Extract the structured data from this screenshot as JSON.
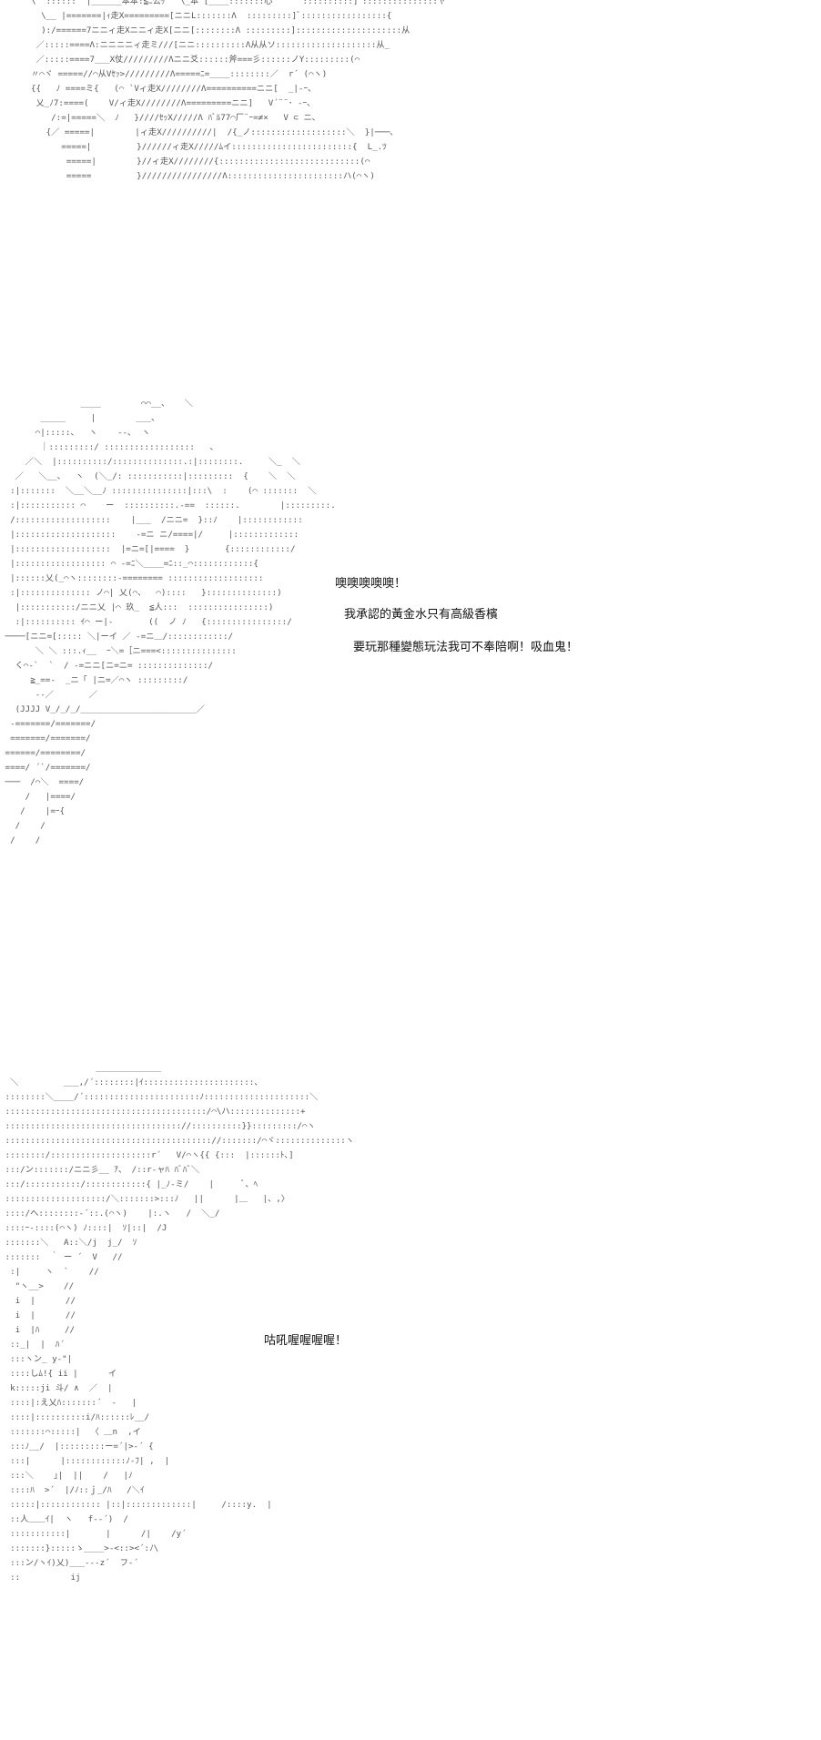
{
  "panels": [
    {
      "art": "\\  ::::::  |______本本:≦ﾆ公ｯ   \\_本 [____:::::::心      ::::::::::]ﾞ:::::::::::::::ヤ\n  \\__ |=======|ｨ走X=========[ニニL:::::::Λ  :::::::::]ﾞ:::::::::::::::::{\n  ):/======7ニニィ走Xニニィ走X[ニニ[::::::::Λ :::::::::]:::::::::::::::::::::从\n ／:::::====Λ:ニニニニィ走ミ///[ニニ::::::::::Λ从从ソ::::::::::::::::::::从_\n ／:::::====7___X仗/////////Λニニ爻::::::斧===彡::::::ノY:::::::::(⌒\n〃⌒ヾ =====//⌒从Vｾｯ>/////////Λ=====ﾆ=____::::::::／  r´ (⌒ヽ)\n{{   ﾉ ====ミ{   (⌒ `Vィ走X////////Λ==========ニニ[  _|-ｰ、\n 乂_ﾉ7:====(    V/ィ走X////////Λ=========ニニ]   V´¨¨･ -ｰ､\n    /:=|=====＼  ﾉ   }////ｾｯX/////Λ ﾊﾞﾙ77⌒厂¨ｰ=≠×   V ⊂ ニ、\n   {／ =====|        |ィ走X//////////|  /{_ノ:::::::::::::::::::＼  }|───､\n      =====|         }//////ィ走X/////ﾑイ::::::::::::::::::::::::{  L_.ﾂ\n       =====|        }//ィ走X////////{::::::::::::::::::::::::::::(⌒\n       =====         }////////////////Λ:::::::::::::::::::::::ハ(⌒ヽ)",
      "lines": []
    },
    {
      "art": "                ____        ⌒⌒__、   ＼\n        _____     |        ___、\n       ⌒|:::::、  ヽ    ‐-､  ヽ\n        ｜:::::::::/ ::::::::::::::::::   、\n     ／＼  |::::::::::/::::::::::::::.:|::::::::.     ＼_  ＼\n   ／   ＼__、  ヽ  (＼_/: :::::::::::|:::::::::  {    ＼  ＼\n  :|:::::::  ＼__＼__ﾉ :::::::::::::::|:::\\  :    (⌒ :::::::  ＼\n  :|::::::::::: ⌒    ー  ::::::::::.-==  ::::::.        |:::::::::.\n  /:::::::::::::::::::    |___  /ニニ=  }::ﾉ    |::::::::::::\n  |::::::::::::::::::::    ‐=ニ ニ/====|/     |:::::::::::::\n  |:::::::::::::::::::  |=ニ=[|====  }       {::::::::::::/\n  |:::::::::::::::::: ⌒ ‐=ﾆ＼____=ﾆ::_⌒::::::::::::{\n  |::::::乂(_⌒ヽ::::::::-======== :::::::::::::::::::\n  :|:::::::::::::: ノ⌒| 乂(⌒、  ⌒)::::   }::::::::::::::)\n   |:::::::::::/ニニ乂 |⌒ 玖_  ≦人:::  ::::::::::::::::)\n   :|:::::::::: ｲ⌒ ー|‐       ((  ノ ﾉ   {::::::::::::::::/\n ────[ニニ=[::::: ＼|ーイ ／ ‐=ニ＿/::::::::::::/\n       ＼ ＼ :::.ｨ__  ｰ＼=［ニ===<:::::::::::::::\n   く⌒-`  `  / -=ニニ[ニ=ニ= ::::::::::::::/\n      ≧_==‐  _ニ「 |ニ=／⌒ヽ :::::::::/\n       ‐-／       ／\n   (JJJJ V_/_/_/_______________________／\n  -=======/=======/\n  =======/=======/\n ======/========/\n ====/ ´`/=======/\n ───  /⌒＼  ====/\n     /   |====/\n    /    |=ｰ{\n   /    /\n  /    /",
      "lines": [
        "噢噢噢噢噢！",
        "我承認的黃金水只有高級香檳",
        "要玩那種變態玩法我可不奉陪啊！吸血鬼！"
      ]
    },
    {
      "art": "                   _____________\n  ＼         ___,/´::::::::|ｲ::::::::::::::::::::::、\n ::::::::＼____/´:::::::::::::::::::::::ﾉ:::::::::::::::::::::＼\n ::::::::::::::::::::::::::::::::::::::::/⌒\\ハ::::::::::::::+\n ::::::::::::::::::::::::::::::::::://::::::::::}}:::::::::/⌒ヽ\n ::::::::::::::::::::::::::::::::::::::::://:::::::/⌒ヾ::::::::::::::ヽ\n ::::::::/::::::::::::::::::::r´   V/⌒ヽ{{ {:::  |::::::ﾄ､]\n :::/ン:::::::/ニニ彡__ ｱ、 /::r‐ャﾊ ﾊﾞﾊﾞ＼\n :::/:::::::::::/::::::::::::{ |_ﾉ‐ミ/    |      ﾞ、ﾍ\n ::::::::::::::::::::/＼:::::::>:::ﾉ   ||      |＿   |、,〉\n ::::/へ::::::::‐´::.(⌒ヽ)    |:.ヽ   /  ＼_/\n ::::ｰ‐::::(⌒ヽ) ﾉ::::|  ｿ|::|  /J\n :::::::＼   A::＼/j  j_/  ｿ\n :::::::  ｀ ー ´  V   //\n  :|     ヽ  `    //\n   \"ヽ__>    //\n   i  |      //\n   i  |      //\n   i  |ﾊ     //\n  ::_|  |  ﾊ´\n  :::ヽン_ y‐\"|\n  ::::しﾑ!{ ii |      イ\n  k:::::ji 斗/ ∧  ／  |\n  ::::|:え乂ﾊ:::::::´  ‐   |\n  ::::|::::::::::i/ﾊ::::::ﾚ__/\n  :::::::⌒:::::|  〈 ＿n  ,イ\n  :::ﾉ__/  |:::::::::ー=´|>-´ {\n  :::|      |::::::::::::ﾉ‐ﾌ| ,  |\n  :::＼    ｣|  ||    /   |ﾉ\n  ::::ﾊ  >´  |/ﾉ::ｊ_/ﾊ   /＼ｲ\n  :::::|:::::::::::: |::|:::::::::::::|     /::::y.  |\n  ::人＿＿ｲ|  ヽ   f‐-´)  /\n  :::::::::::|       |      /|    /y´\n  :::::::}:::::ゝ____>-<::><´:ﾉ\\\n  :::ン/ヽｲ)乂)___-‐-z´  フ-´\n  ::          ij",
      "lines": [
        "咕吼喔喔喔喔！"
      ]
    }
  ]
}
